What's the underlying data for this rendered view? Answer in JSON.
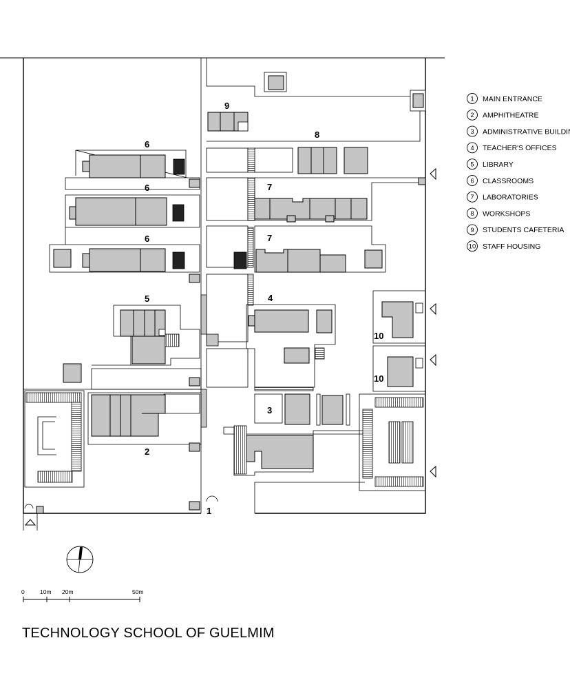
{
  "title": "TECHNOLOGY SCHOOL OF GUELMIM",
  "legend": [
    {
      "num": "1",
      "label": "MAIN ENTRANCE"
    },
    {
      "num": "2",
      "label": "AMPHITHEATRE"
    },
    {
      "num": "3",
      "label": "ADMINISTRATIVE BUILDINGS"
    },
    {
      "num": "4",
      "label": "TEACHER'S OFFICES"
    },
    {
      "num": "5",
      "label": "LIBRARY"
    },
    {
      "num": "6",
      "label": "CLASSROOMS"
    },
    {
      "num": "7",
      "label": "LABORATORIES"
    },
    {
      "num": "8",
      "label": "WORKSHOPS"
    },
    {
      "num": "9",
      "label": "STUDENTS CAFETERIA"
    },
    {
      "num": "10",
      "label": "STAFF HOUSING"
    }
  ],
  "plan_labels": {
    "cafeteria": "9",
    "workshops": "8",
    "classrooms_a": "6",
    "classrooms_b": "6",
    "classrooms_c": "6",
    "labs_a": "7",
    "labs_b": "7",
    "library": "5",
    "teachers": "4",
    "housing_a": "10",
    "housing_b": "10",
    "admin": "3",
    "amphi": "2",
    "entrance": "1"
  },
  "scale": {
    "ticks": [
      "0",
      "10m",
      "20m",
      "50m"
    ]
  }
}
